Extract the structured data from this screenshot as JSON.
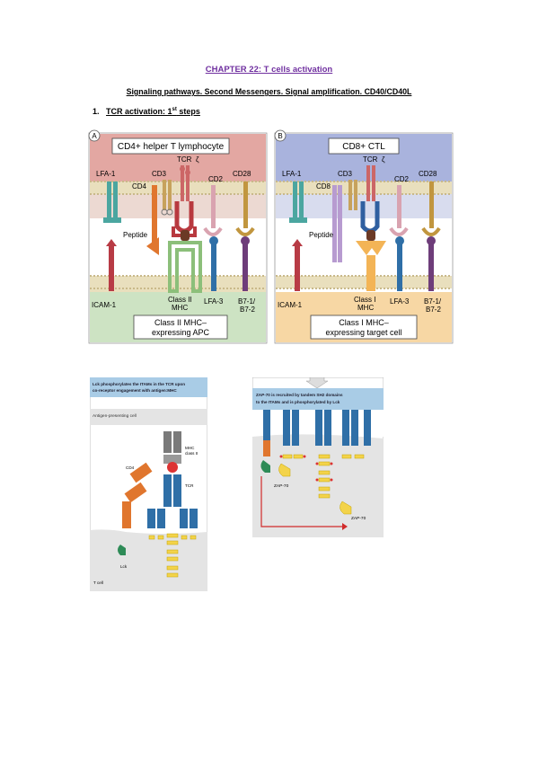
{
  "document": {
    "title": "CHAPTER 22: T cells activation",
    "subtitle": "Signaling pathways. Second Messengers. Signal amplification. CD40/CD40L",
    "section_number": "1.",
    "section_title_main": "TCR activation: 1",
    "section_title_sup": "st",
    "section_title_end": " steps"
  },
  "figure_top": {
    "panel_a": {
      "letter": "A",
      "header": "CD4+ helper T lymphocyte",
      "labels": {
        "lfa1": "LFA-1",
        "cd3": "CD3",
        "tcr": "TCR",
        "zeta": "ζ",
        "cd4": "CD4",
        "cd2": "CD2",
        "cd28": "CD28",
        "peptide": "Peptide",
        "icam1": "ICAM-1",
        "mhc_line1": "Class II",
        "mhc_line2": "MHC",
        "lfa3": "LFA-3",
        "b7_line1": "B7-1/",
        "b7_line2": "B7-2",
        "apc_line1": "Class II MHC–",
        "apc_line2": "expressing APC"
      }
    },
    "panel_b": {
      "letter": "B",
      "header": "CD8+ CTL",
      "labels": {
        "lfa1": "LFA-1",
        "cd3": "CD3",
        "tcr": "TCR",
        "zeta": "ζ",
        "cd8": "CD8",
        "cd2": "CD2",
        "cd28": "CD28",
        "peptide": "Peptide",
        "icam1": "ICAM-1",
        "mhc_line1": "Class I",
        "mhc_line2": "MHC",
        "lfa3": "LFA-3",
        "b7_line1": "B7-1/",
        "b7_line2": "B7-2",
        "target_line1": "Class I MHC–",
        "target_line2": "expressing target cell"
      }
    }
  },
  "figure_bottom_left": {
    "header_line1": "Lck phosphorylates the ITAMs in the TCR upon",
    "header_line2": "co-receptor engagement with antigen:MHC",
    "apc_label": "Antigen-presenting cell",
    "mhc_line1": "MHC",
    "mhc_line2": "class II",
    "cd4": "CD4",
    "tcr": "TCR",
    "lck": "Lck",
    "tcell": "T cell"
  },
  "figure_bottom_right": {
    "header_line1": "ZAP-70 is recruited by tandem SH2 domains",
    "header_line2": "to the ITAMs and is phosphorylated by Lck",
    "zap1": "ZAP-70",
    "zap2": "ZAP-70"
  },
  "colors": {
    "title": "#7030a0",
    "helper_bg": "#e3a7a2",
    "ctl_bg": "#a9b3dd",
    "apc_bg": "#cde3c3",
    "target_bg": "#f7d7a4",
    "membrane": "#e9dfbd",
    "diagram_header": "#a9cce6",
    "tcr_blue": "#2f6fa7",
    "cd4_orange": "#e0762e",
    "lck_green": "#2e8b57",
    "itam_yellow": "#f3d34a",
    "phospho_red": "#d12b2b"
  }
}
